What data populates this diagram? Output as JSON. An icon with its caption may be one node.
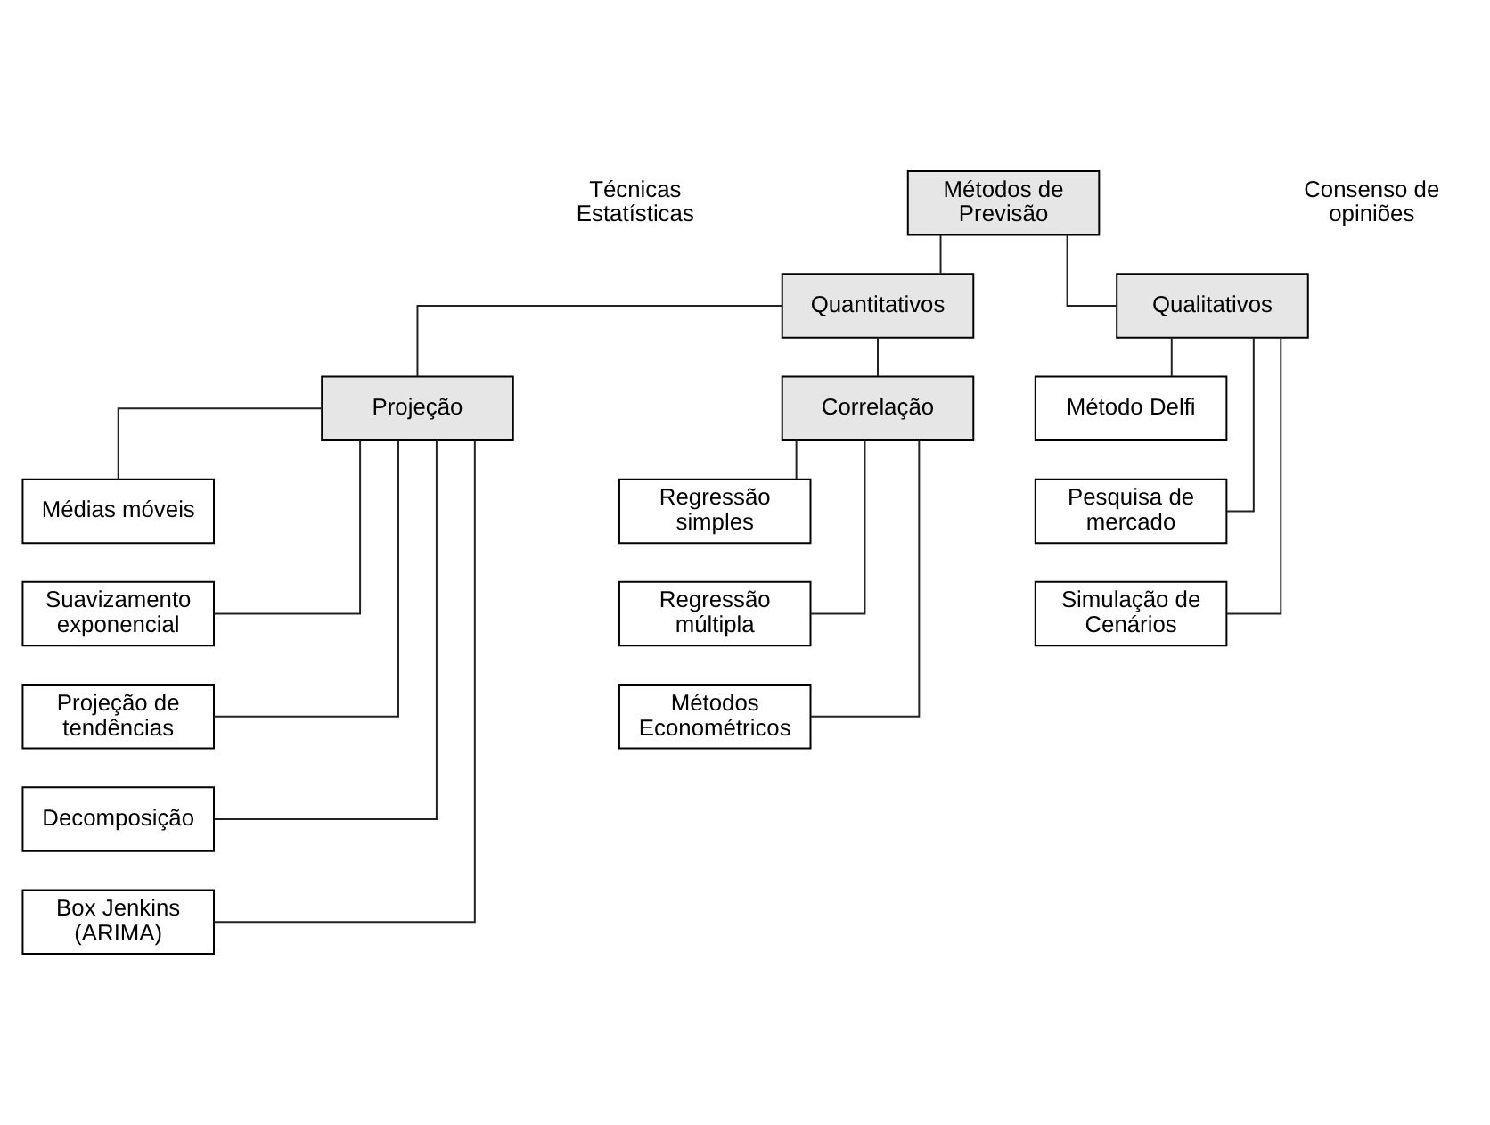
{
  "diagram": {
    "nodes": [
      {
        "text": [
          "Métodos de Previsão"
        ]
      },
      {
        "text": [
          "Quantitativos"
        ]
      },
      {
        "text": [
          "Qualitativos"
        ]
      },
      {
        "text": [
          "Projeção"
        ]
      },
      {
        "text": [
          "Correlação"
        ]
      },
      {
        "text": [
          "Médias móveis"
        ]
      },
      {
        "text": [
          "Suavizamento exponencial"
        ]
      },
      {
        "text": [
          "Projeção de tendências"
        ]
      },
      {
        "text": [
          "Decomposição"
        ]
      },
      {
        "text": [
          "Box Jenkins (ARIMA)"
        ]
      },
      {
        "text": [
          "Regressão simples"
        ]
      },
      {
        "text": [
          "Regressão múltipla"
        ]
      },
      {
        "text": [
          "Métodos Econométricos"
        ]
      },
      {
        "text": [
          "Método Delfi"
        ]
      },
      {
        "text": [
          "Pesquisa de mercado"
        ]
      },
      {
        "text": [
          "Simulação de Cenários"
        ]
      }
    ],
    "edges": [
      {
        "from": 0,
        "to": 1,
        "arrow": "none"
      },
      {
        "from": 0,
        "to": 2,
        "arrow": "none"
      },
      {
        "from": 1,
        "to": 3,
        "arrow": "none"
      },
      {
        "from": 1,
        "to": 4,
        "arrow": "none"
      },
      {
        "from": 3,
        "to": 5,
        "arrow": "none"
      },
      {
        "from": 3,
        "to": 6,
        "arrow": "none"
      },
      {
        "from": 3,
        "to": 7,
        "arrow": "none"
      },
      {
        "from": 3,
        "to": 8,
        "arrow": "none"
      },
      {
        "from": 3,
        "to": 9,
        "arrow": "none"
      },
      {
        "from": 4,
        "to": 10,
        "arrow": "none"
      },
      {
        "from": 4,
        "to": 11,
        "arrow": "none"
      },
      {
        "from": 4,
        "to": 12,
        "arrow": "none"
      },
      {
        "from": 2,
        "to": 13,
        "arrow": "none"
      },
      {
        "from": 2,
        "to": 14,
        "arrow": "none"
      },
      {
        "from": 2,
        "to": 15,
        "arrow": "none"
      }
    ],
    "labels": [
      "Técnicas Estatísticas",
      "Consenso de opiniões"
    ]
  }
}
